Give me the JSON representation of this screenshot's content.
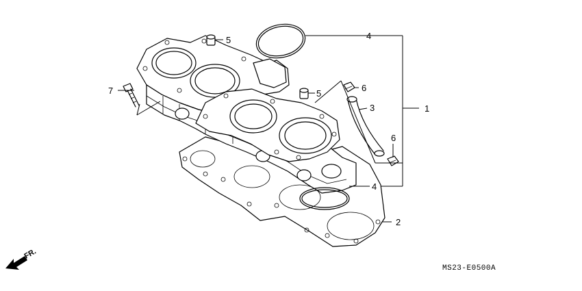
{
  "callouts": {
    "c1": "1",
    "c2": "2",
    "c3": "3",
    "c4_top": "4",
    "c4_bottom": "4",
    "c5_top": "5",
    "c5_mid": "5",
    "c6_top": "6",
    "c6_bottom": "6",
    "c7": "7"
  },
  "direction_label": "FR.",
  "diagram_code": "MS23-E0500A",
  "icons": {
    "direction": "front-direction-arrow-icon"
  }
}
